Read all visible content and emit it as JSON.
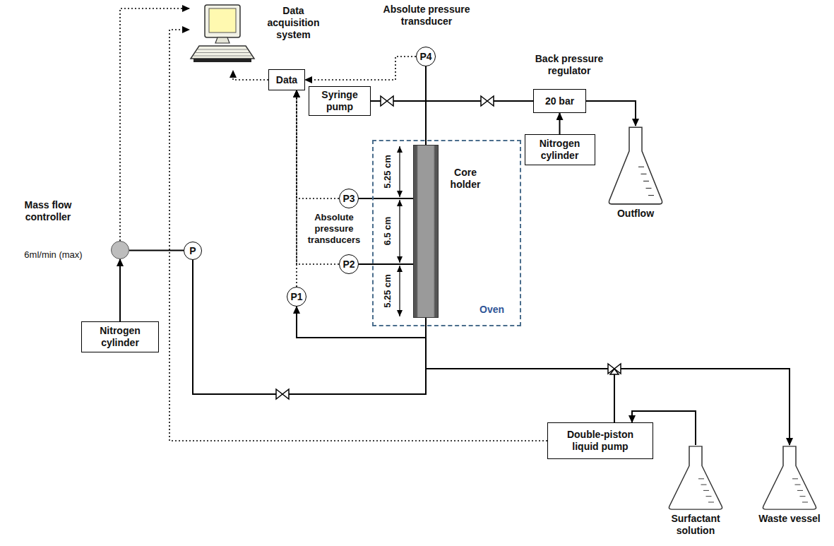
{
  "diagram": {
    "nodes": [
      {
        "text": [
          "Data acquisition system"
        ]
      },
      {
        "text": [
          "Data"
        ]
      },
      {
        "text": [
          "Absolute pressure transducer",
          "P4"
        ]
      },
      {
        "text": [
          "Syringe pump"
        ]
      },
      {
        "text": [
          "Back pressure regulator",
          "20 bar"
        ]
      },
      {
        "text": [
          "Nitrogen cylinder"
        ]
      },
      {
        "text": [
          "Outflow"
        ]
      },
      {
        "text": [
          "Oven"
        ]
      },
      {
        "text": [
          "Core holder"
        ],
        "in": 7
      },
      {
        "text": [
          "P3"
        ]
      },
      {
        "text": [
          "P2"
        ]
      },
      {
        "text": [
          "P1"
        ]
      },
      {
        "text": [
          "Mass flow controller",
          "6ml/min (max)"
        ]
      },
      {
        "text": [
          "Nitrogen cylinder"
        ]
      },
      {
        "text": [
          "P"
        ]
      },
      {
        "text": [
          "Double-piston liquid pump"
        ]
      },
      {
        "text": [
          "Surfactant solution"
        ]
      },
      {
        "text": [
          "Waste vessel"
        ]
      }
    ],
    "edges": [
      {
        "from": 12,
        "to": 0,
        "arrow": "to"
      },
      {
        "from": 15,
        "to": 0,
        "arrow": "to"
      },
      {
        "from": 1,
        "to": 0,
        "arrow": "to"
      },
      {
        "from": 2,
        "to": 1,
        "arrow": "to"
      },
      {
        "from": 9,
        "to": 1,
        "arrow": "to"
      },
      {
        "from": 10,
        "to": 1,
        "arrow": "to"
      },
      {
        "from": 11,
        "to": 1,
        "arrow": "to"
      },
      {
        "from": 13,
        "to": 12,
        "arrow": "to"
      },
      {
        "from": 12,
        "to": 14,
        "arrow": "none"
      },
      {
        "from": 14,
        "to": 8,
        "arrow": "none"
      },
      {
        "from": 8,
        "to": 11,
        "arrow": "to"
      },
      {
        "from": 15,
        "to": 8,
        "arrow": "none"
      },
      {
        "from": 15,
        "to": 17,
        "arrow": "to"
      },
      {
        "from": 16,
        "to": 15,
        "arrow": "to"
      },
      {
        "from": 8,
        "to": 2,
        "arrow": "none"
      },
      {
        "from": 3,
        "to": 2,
        "arrow": "none"
      },
      {
        "from": 2,
        "to": 4,
        "arrow": "none"
      },
      {
        "from": 5,
        "to": 4,
        "arrow": "to"
      },
      {
        "from": 4,
        "to": 6,
        "arrow": "to"
      },
      {
        "from": 9,
        "to": 8,
        "arrow": "none"
      },
      {
        "from": 10,
        "to": 8,
        "arrow": "none"
      }
    ],
    "labels": [
      "Absolute pressure transducers",
      "5.25 cm",
      "6.5 cm",
      "5.25 cm"
    ]
  }
}
